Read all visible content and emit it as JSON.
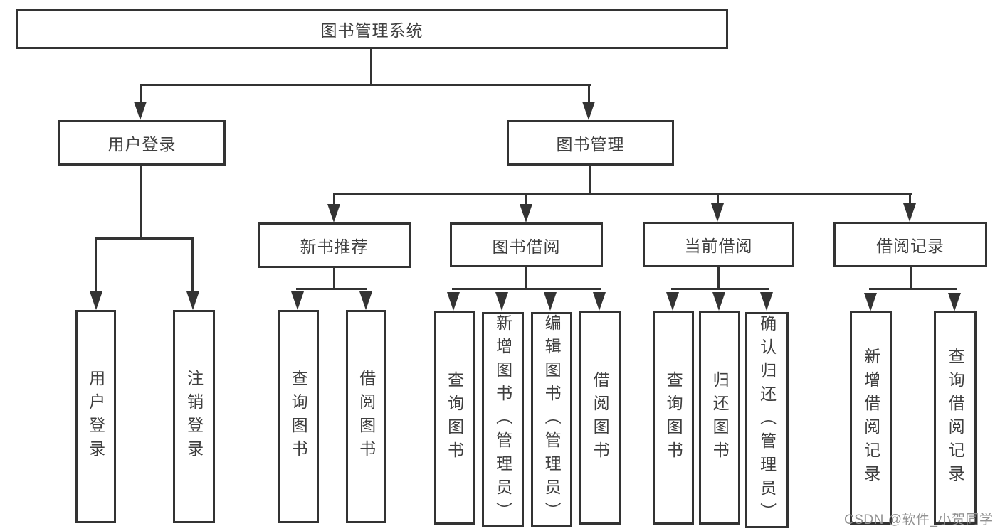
{
  "tree": {
    "root": "图书管理系统",
    "user_login": {
      "label": "用户登录",
      "children": [
        "用户登录",
        "注销登录"
      ]
    },
    "book_management": {
      "label": "图书管理",
      "sections": [
        {
          "label": "新书推荐",
          "children": [
            "查询图书",
            "借阅图书"
          ]
        },
        {
          "label": "图书借阅",
          "children": [
            "查询图书",
            "新增图书（管理员）",
            "编辑图书（管理员）",
            "借阅图书"
          ]
        },
        {
          "label": "当前借阅",
          "children": [
            "查询图书",
            "归还图书",
            "确认归还（管理员）"
          ]
        },
        {
          "label": "借阅记录",
          "children": [
            "新增借阅记录",
            "查询借阅记录"
          ]
        }
      ]
    }
  },
  "watermark": {
    "text": "CSDN @软件_小贺同学",
    "color": "#919191"
  },
  "colors": {
    "line": "#333333",
    "text": "#3f3f3f",
    "background": "#ffffff"
  }
}
